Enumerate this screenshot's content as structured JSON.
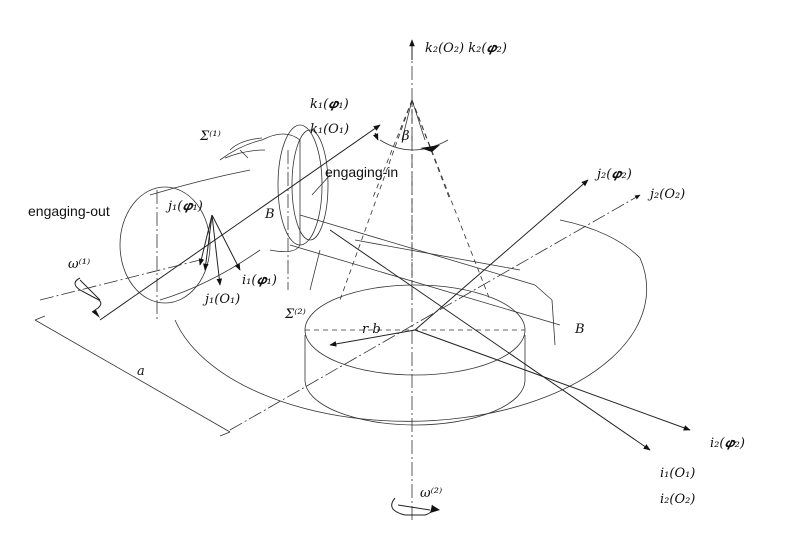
{
  "labels": {
    "k2_axis": "k₂(O₂)  k₂(𝝋₂)",
    "k1_phi": "k₁(𝝋₁)",
    "k1_o": "k₁(O₁)",
    "beta": "β",
    "sigma1": "Σ⁽¹⁾",
    "engaging_in": "engaging-in",
    "engaging_out": "engaging-out",
    "j2_phi": "j₂(𝝋₂)",
    "j2_o": "j₂(O₂)",
    "j1_phi": "j₁(𝝋₁)",
    "B_upper": "B",
    "B_right": "B",
    "omega1": "ω⁽¹⁾",
    "i1_phi": "i₁(𝝋₁)",
    "j1_o": "j₁(O₁)",
    "sigma2": "Σ⁽²⁾",
    "rb": "r b",
    "a": "a",
    "i2_phi": "i₂(𝝋₂)",
    "i1_o": "i₁(O₁)",
    "i2_o": "i₂(O₂)",
    "omega2": "ω⁽²⁾"
  },
  "colors": {
    "stroke": "#222222",
    "background": "#ffffff"
  }
}
